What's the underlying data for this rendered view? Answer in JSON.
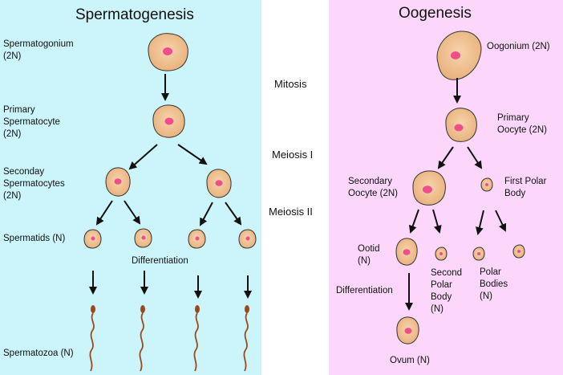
{
  "spermatogenesis": {
    "title": "Spermatogenesis",
    "spermatogonium": "Spermatogonium\n(2N)",
    "primary": "Primary\nSpermatocyte\n(2N)",
    "secondary": "Seconday\nSpermatocytes\n(2N)",
    "spermatids": "Spermatids (N)",
    "differentiation": "Differentiation",
    "spermatozoa": "Spermatozoa (N)"
  },
  "stages": {
    "mitosis": "Mitosis",
    "meiosis1": "Meiosis I",
    "meiosis2": "Meiosis II"
  },
  "oogenesis": {
    "title": "Oogenesis",
    "oogonium": "Oogonium (2N)",
    "primary": "Primary\nOocyte  (2N)",
    "secondary": "Secondary\nOocyte  (2N)",
    "first_polar": "First Polar\nBody",
    "ootid": "Ootid\n(N)",
    "second_polar": "Second\nPolar\nBody\n(N)",
    "polar_bodies": "Polar\nBodies\n(N)",
    "differentiation": "Differentiation",
    "ovum": "Ovum  (N)"
  },
  "colors": {
    "left_bg": "#ccf4fb",
    "right_bg": "#fcd7fb",
    "cell_fill": "#f2c494",
    "cell_stroke": "#333333",
    "nucleus": "#ef4d8c",
    "sperm": "#9a4a1a"
  }
}
